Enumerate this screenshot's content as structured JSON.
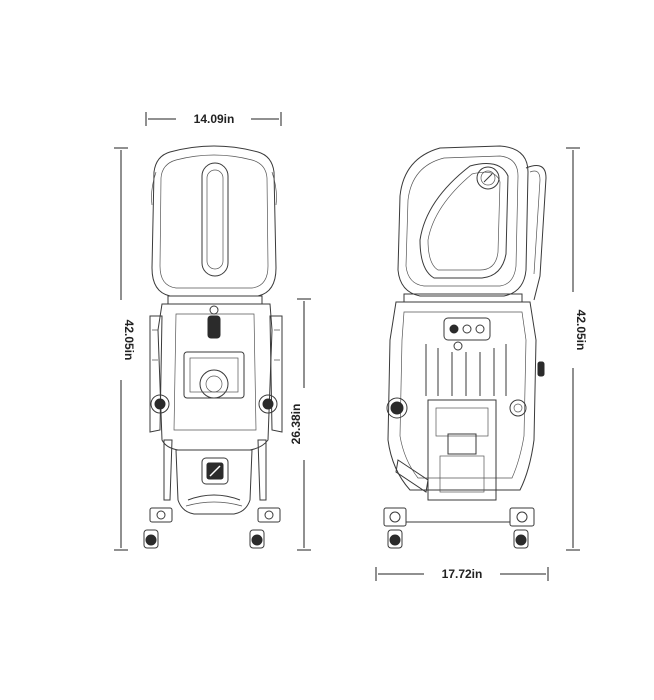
{
  "dimensions": {
    "front_width": "14.09in",
    "front_height": "42.05in",
    "front_base_height": "26.38in",
    "side_height": "42.05in",
    "side_depth": "17.72in"
  },
  "colors": {
    "line": "#3a3a3a",
    "background": "#ffffff",
    "text": "#222222"
  }
}
